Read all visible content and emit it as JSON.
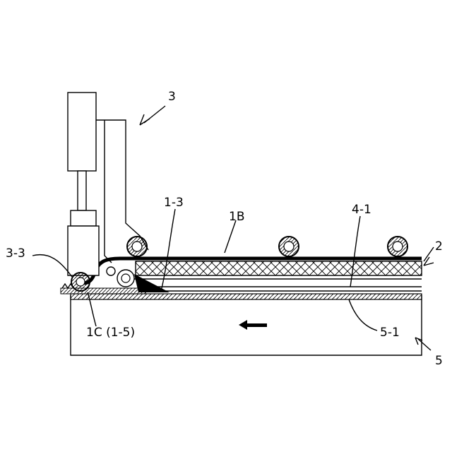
{
  "labels": {
    "ref_3": "3",
    "ref_3_3": "3-3",
    "ref_1_3": "1-3",
    "ref_1B": "1B",
    "ref_4_1": "4-1",
    "ref_2": "2",
    "ref_1C": "1C (1-5)",
    "ref_5_1": "5-1",
    "ref_5": "5"
  },
  "colors": {
    "ink": "#000000",
    "paper": "#ffffff"
  },
  "icons": {
    "feed_direction": "left-arrow-icon"
  }
}
